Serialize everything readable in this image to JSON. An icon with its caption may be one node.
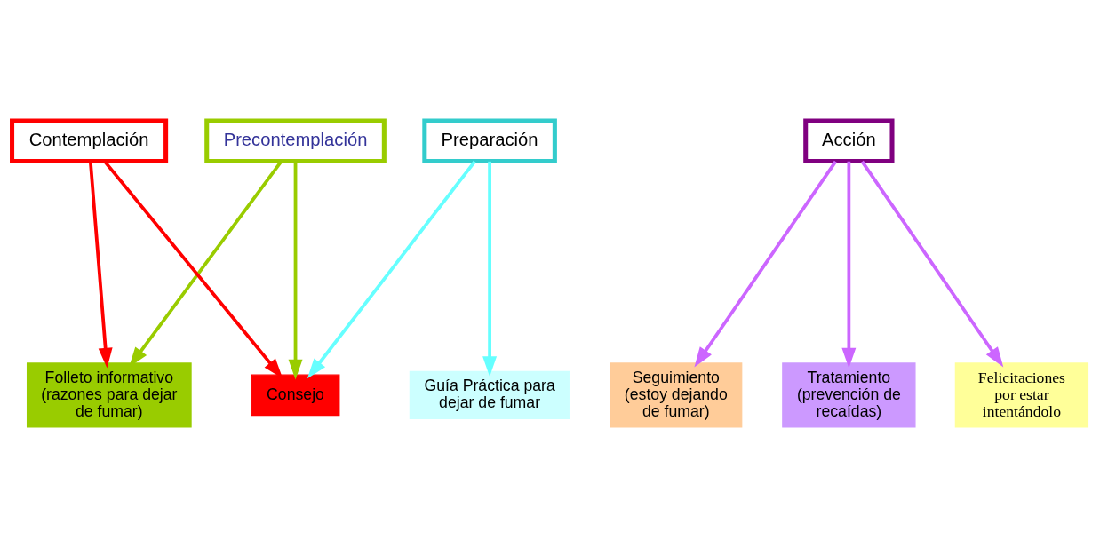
{
  "diagram": {
    "nodes": [
      {
        "text": [
          "Precontemplación"
        ]
      },
      {
        "text": [
          "Contemplación"
        ]
      },
      {
        "text": [
          "Preparación"
        ]
      },
      {
        "text": [
          "Acción"
        ]
      },
      {
        "text": [
          "Folleto informativo (razones para dejar de fumar)"
        ]
      },
      {
        "text": [
          "Consejo"
        ]
      },
      {
        "text": [
          "Guía Práctica para dejar de fumar"
        ]
      },
      {
        "text": [
          "Seguimiento (estoy dejando de fumar)"
        ]
      },
      {
        "text": [
          "Tratamiento (prevención de recaídas)"
        ]
      },
      {
        "text": [
          "Felicitaciones por estar intentándolo"
        ]
      }
    ],
    "edges": [
      {
        "from": 0,
        "to": 4,
        "arrow": "to",
        "color": "#99cc00"
      },
      {
        "from": 0,
        "to": 5,
        "arrow": "to",
        "color": "#99cc00"
      },
      {
        "from": 1,
        "to": 4,
        "arrow": "to",
        "color": "#ff0000"
      },
      {
        "from": 1,
        "to": 5,
        "arrow": "to",
        "color": "#ff0000"
      },
      {
        "from": 2,
        "to": 5,
        "arrow": "to",
        "color": "#66ffff"
      },
      {
        "from": 2,
        "to": 6,
        "arrow": "to",
        "color": "#66ffff"
      },
      {
        "from": 3,
        "to": 7,
        "arrow": "to"
      },
      {
        "from": 3,
        "to": 8,
        "arrow": "to"
      },
      {
        "from": 3,
        "to": 9,
        "arrow": "to"
      }
    ]
  }
}
